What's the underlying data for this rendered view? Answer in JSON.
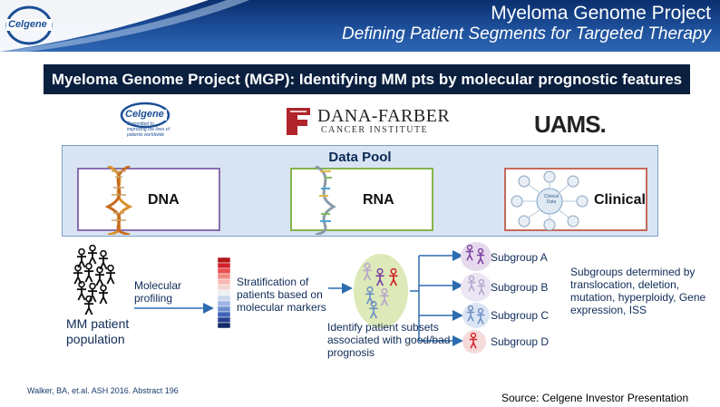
{
  "header": {
    "title": "Myeloma Genome Project",
    "subtitle": "Defining Patient Segments for Targeted Therapy",
    "brand_name": "Celgene"
  },
  "banner": {
    "text": "Myeloma Genome Project (MGP): Identifying MM pts by molecular prognostic features"
  },
  "partners": {
    "celgene": {
      "name": "Celgene",
      "tagline": "Committed to improving the lives of patients worldwide"
    },
    "dana_farber": {
      "name": "DANA-FARBER",
      "subname": "CANCER INSTITUTE"
    },
    "uams": {
      "name": "UAMS."
    }
  },
  "data_pool": {
    "title": "Data Pool",
    "sources": [
      {
        "label": "DNA",
        "icon": "dna-helix-icon",
        "color": "#8a6fb0"
      },
      {
        "label": "RNA",
        "icon": "rna-strand-icon",
        "color": "#86b34c"
      },
      {
        "label": "Clinical",
        "icon": "clinical-data-icon",
        "color": "#c66a5a",
        "hub_text": "Clinical Data"
      }
    ]
  },
  "flow": {
    "population_label": "MM patient population",
    "molecular_label": "Molecular profiling",
    "stratification_label": "Stratification of patients based on molecular markers",
    "identify_label": "Identify patient subsets associated with good/bad prognosis",
    "subgroups": [
      {
        "label": "Subgroup A",
        "color": "#7a3fa0"
      },
      {
        "label": "Subgroup B",
        "color": "#b5a4cf"
      },
      {
        "label": "Subgroup C",
        "color": "#6a8fc4"
      },
      {
        "label": "Subgroup D",
        "color": "#d32027"
      }
    ],
    "determined_label": "Subgroups determined by translocation, deletion, mutation, hyperploidy, Gene expression, ISS"
  },
  "citation": "Walker, BA, et.al. ASH 2016. Abstract 196",
  "source": "Source: Celgene  Investor Presentation",
  "colors": {
    "header_dark": "#0a2f6e",
    "banner": "#0b1f3f",
    "pool_fill": "#d8e4f3",
    "arrow": "#2b6cb0",
    "text": "#0e2b57"
  }
}
